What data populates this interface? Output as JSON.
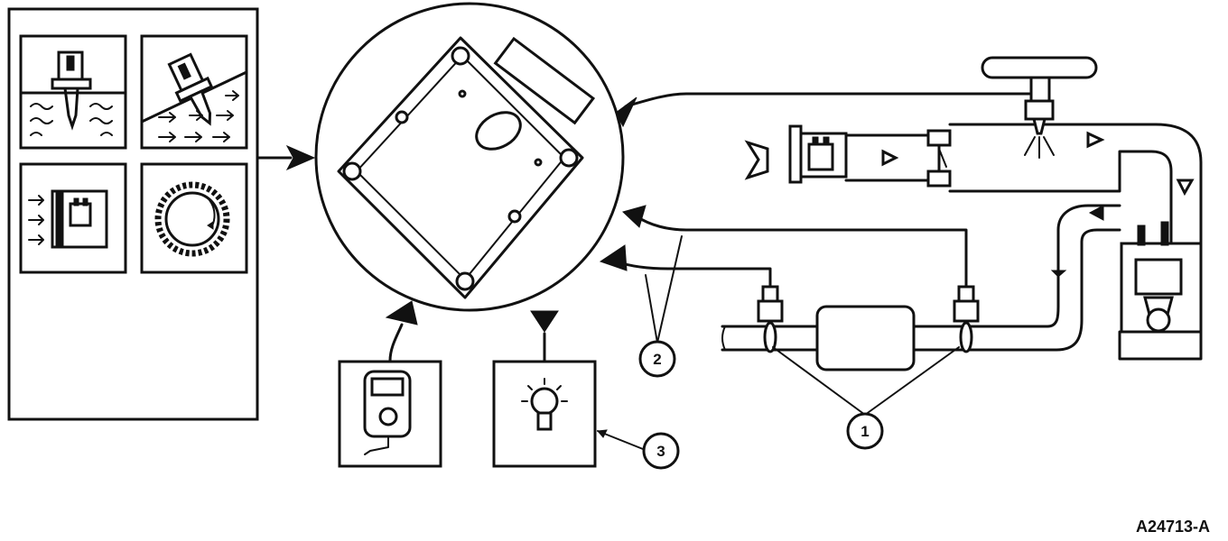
{
  "callouts": [
    {
      "id": "callout-1",
      "label": "1"
    },
    {
      "id": "callout-2",
      "label": "2"
    },
    {
      "id": "callout-3",
      "label": "3"
    }
  ],
  "figure_id": "A24713-A",
  "icons": [
    "immersion-sensor-icon",
    "flow-sensor-icon",
    "airflow-meter-icon",
    "toothed-wheel-icon",
    "engine-control-module-icon",
    "scan-tool-icon",
    "warning-lamp-icon",
    "oxygen-sensor-icon",
    "catalytic-converter-icon",
    "throttle-body-icon",
    "fuel-injector-icon",
    "engine-cylinder-icon"
  ]
}
